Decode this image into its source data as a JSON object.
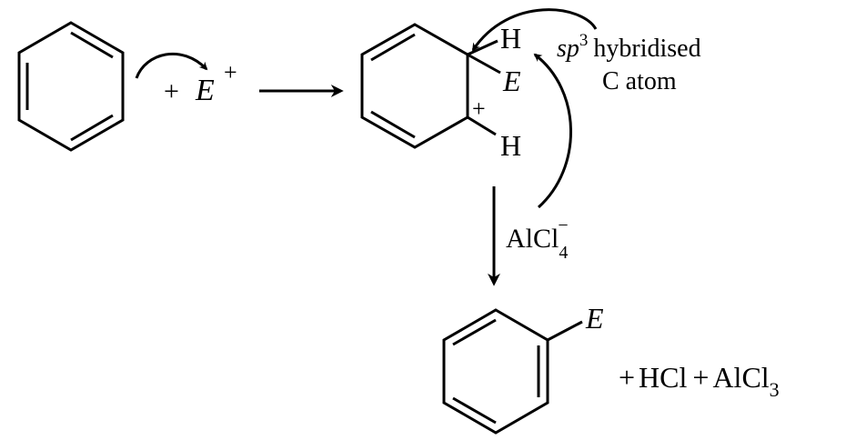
{
  "reagent": {
    "plus": "+",
    "electrophile": "E",
    "charge": "+"
  },
  "intermediate": {
    "h_top": "H",
    "e_sub": "E",
    "h_bottom": "H",
    "cation_charge": "+"
  },
  "annotation": {
    "sp": "sp",
    "sp_sup": "3",
    "hybridised": "hybridised",
    "line2": "C atom"
  },
  "catalyst": {
    "base": "AlCl",
    "sub": "4",
    "sup": "−"
  },
  "product": {
    "substituent": "E",
    "plus_1": "+",
    "hcl": "HCl",
    "plus_2": "+",
    "alcl_base": "AlCl",
    "alcl_sub": "3"
  },
  "colors": {
    "ink": "#000000",
    "background": "#ffffff"
  },
  "icons": [
    "curved-arrow-icon",
    "reaction-arrow-icon"
  ]
}
